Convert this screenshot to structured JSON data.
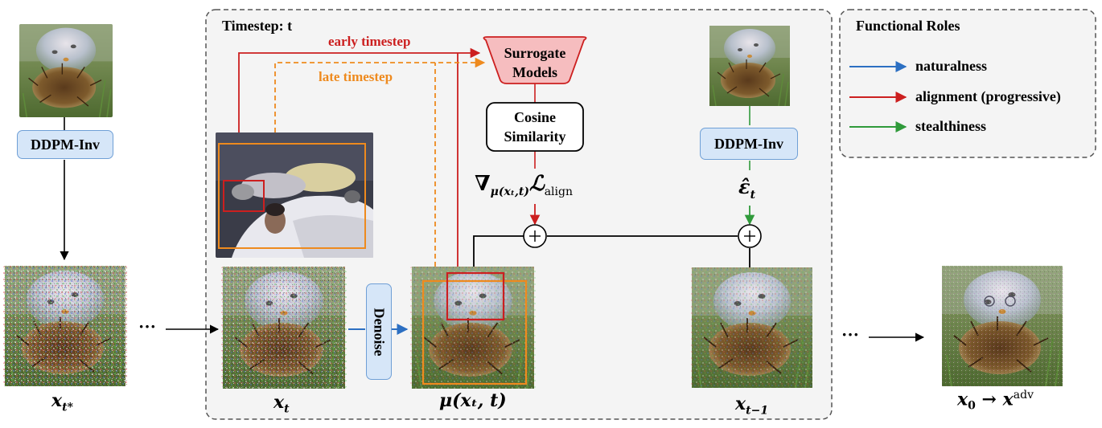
{
  "timestep_title": "Timestep: t",
  "early_timestep": "early timestep",
  "late_timestep": "late timestep",
  "surrogate_models": [
    "Surrogate",
    "Models"
  ],
  "cosine_similarity": [
    "Cosine",
    "Similarity"
  ],
  "ddpm_inv": "DDPM-Inv",
  "denoise": "Denoise",
  "ellipsis": "···",
  "plus": "+",
  "labels": {
    "x_tstar": {
      "base": "x",
      "sub": "t*"
    },
    "x_t": {
      "base": "x",
      "sub": "t"
    },
    "mu": "μ(xₜ, t)",
    "x_tm1": {
      "base": "x",
      "sub": "t−1"
    },
    "x0": {
      "base": "x",
      "sub": "0",
      "arrow": " → ",
      "base2": "x",
      "sup": "adv"
    },
    "grad": {
      "nabla": "∇",
      "sub": "μ(xₜ,t)",
      "L": "ℒ",
      "lsub": "align"
    },
    "eps": {
      "base": "ε̂",
      "sub": "t"
    }
  },
  "legend": {
    "title": "Functional Roles",
    "items": [
      {
        "label": "naturalness",
        "color": "#2c6fc2"
      },
      {
        "label": "alignment (progressive)",
        "color": "#cc1f1f"
      },
      {
        "label": "stealthiness",
        "color": "#2f9a3a"
      }
    ]
  },
  "colors": {
    "red": "#cc1f1f",
    "orange": "#ee8a1e",
    "blue": "#2c6fc2",
    "green": "#2f9a3a"
  }
}
